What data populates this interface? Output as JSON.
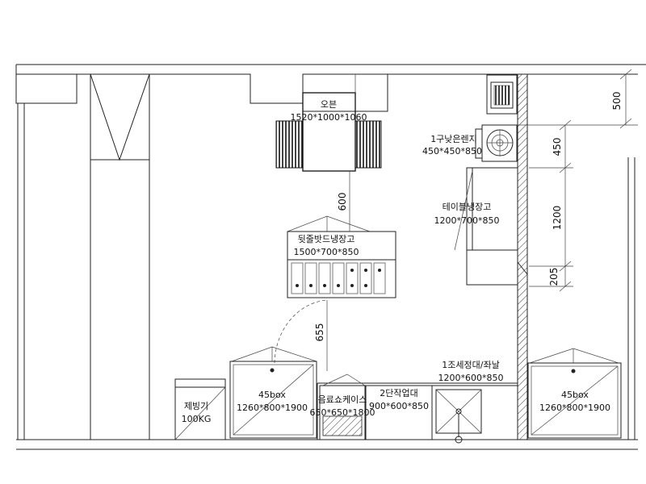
{
  "labels": {
    "oven": {
      "name": "오븐",
      "size": "1520*1000*1060"
    },
    "range": {
      "name": "1구낮은렌지",
      "size": "450*450*850"
    },
    "table_fridge": {
      "name": "테이블냉장고",
      "size": "1200*700*850"
    },
    "sandwich_fridge": {
      "name": "뒷줄밧드냉장고",
      "size": "1500*700*850"
    },
    "sink": {
      "name": "1조세정대/좌날",
      "size": "1200*600*850"
    },
    "box_left": {
      "name": "45box",
      "size": "1260*800*1900"
    },
    "box_right": {
      "name": "45box",
      "size": "1260*800*1900"
    },
    "ice_maker": {
      "name": "제빙기",
      "size": "100KG"
    },
    "showcase": {
      "name": "음료쇼케이스",
      "size": "650*650*1800"
    },
    "worktable": {
      "name": "2단작업대",
      "size": "900*600*850"
    }
  },
  "dimensions": {
    "d500": "500",
    "d450": "450",
    "d1200": "1200",
    "d205": "205",
    "d600": "600",
    "d655": "655"
  }
}
